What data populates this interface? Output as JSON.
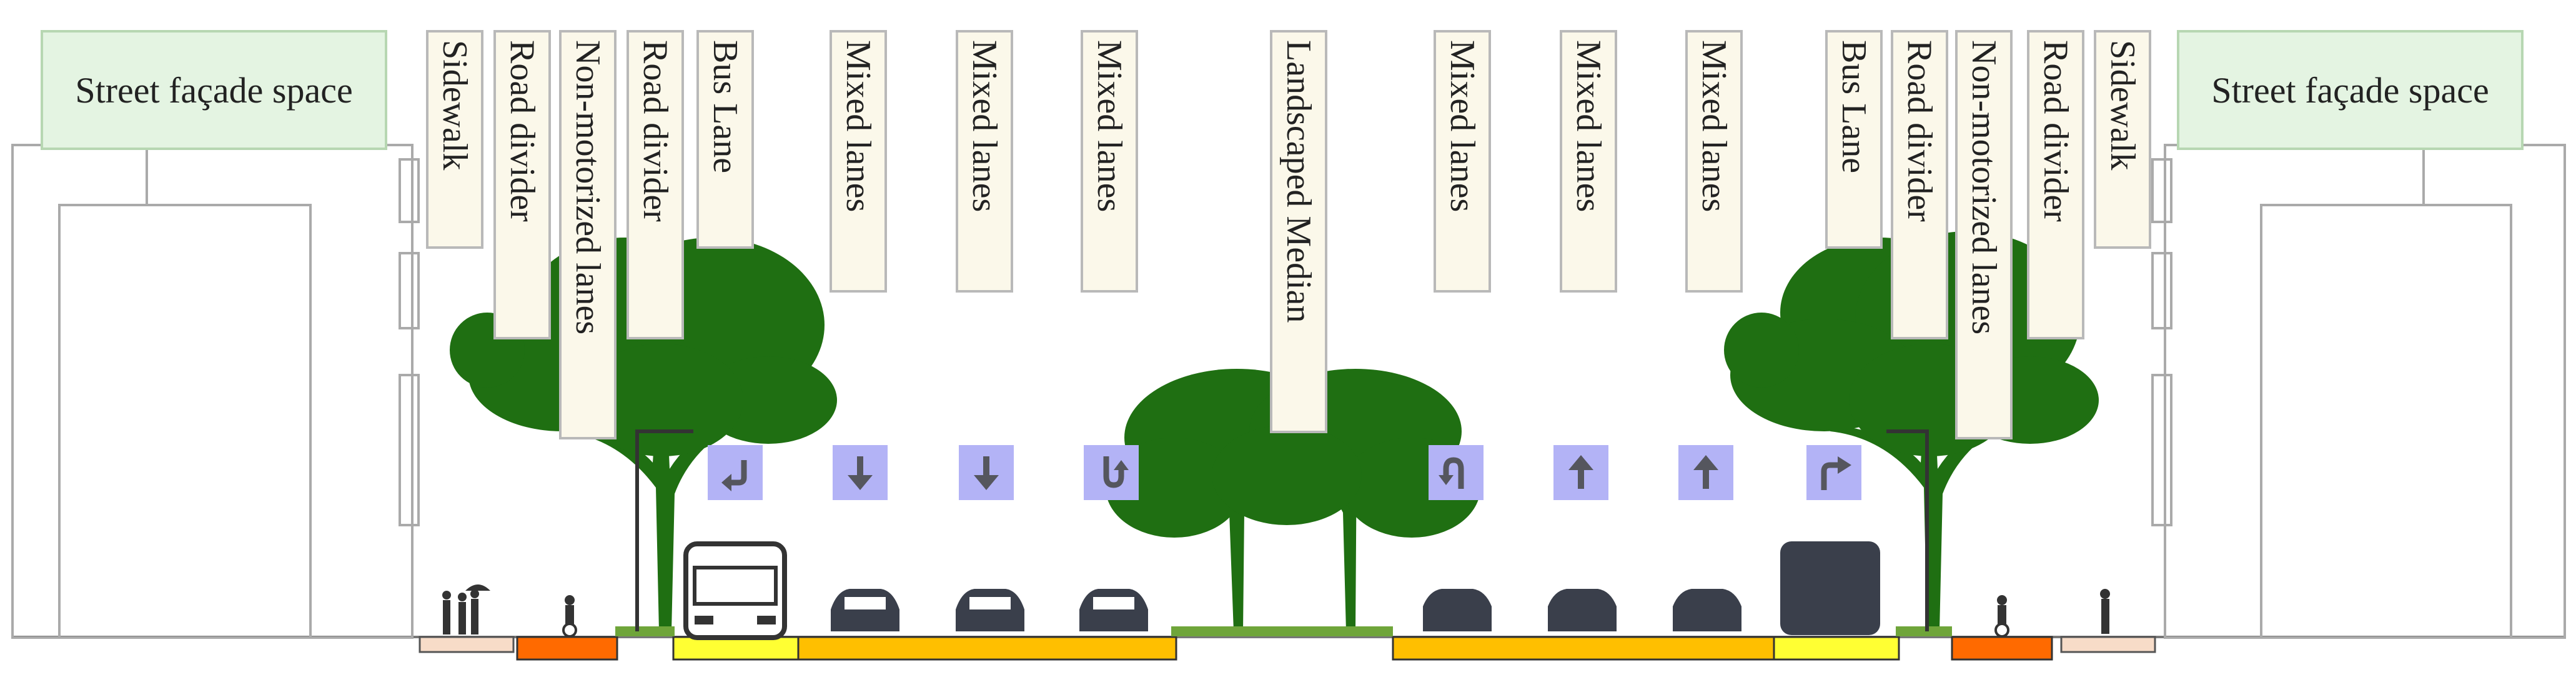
{
  "facades": {
    "left": "Street façade space",
    "right": "Street façade space"
  },
  "labels": [
    "Sidewalk",
    "Road divider",
    "Non-motorized lanes",
    "Road divider",
    "Bus Lane",
    "Mixed lanes",
    "Mixed lanes",
    "Mixed lanes",
    "Landscaped Median",
    "Mixed lanes",
    "Mixed lanes",
    "Mixed lanes",
    "Bus Lane",
    "Road divider",
    "Non-motorized lanes",
    "Road divider",
    "Sidewalk"
  ],
  "lane_arrows": [
    {
      "icon": "u-turn-left-arrow-icon"
    },
    {
      "icon": "down-arrow-icon"
    },
    {
      "icon": "down-arrow-icon"
    },
    {
      "icon": "u-turn-down-arrow-icon"
    },
    {
      "icon": "u-turn-up-arrow-icon"
    },
    {
      "icon": "up-arrow-icon"
    },
    {
      "icon": "up-arrow-icon"
    },
    {
      "icon": "right-turn-arrow-icon"
    }
  ],
  "colors": {
    "label_bg": "#fbf8ea",
    "facade_bg": "#e4f4e2",
    "tree_green": "#1f6f12",
    "vehicle": "#3a3f4b",
    "arrow_bg": "#b3b3f6",
    "arrow_fg": "#55565e",
    "bus_lane_surface": "#ffff33",
    "mixed_lane_surface": "#ffbf00",
    "bike_lane_surface": "#ff6a00",
    "sidewalk_surface": "#f7dcc8"
  }
}
